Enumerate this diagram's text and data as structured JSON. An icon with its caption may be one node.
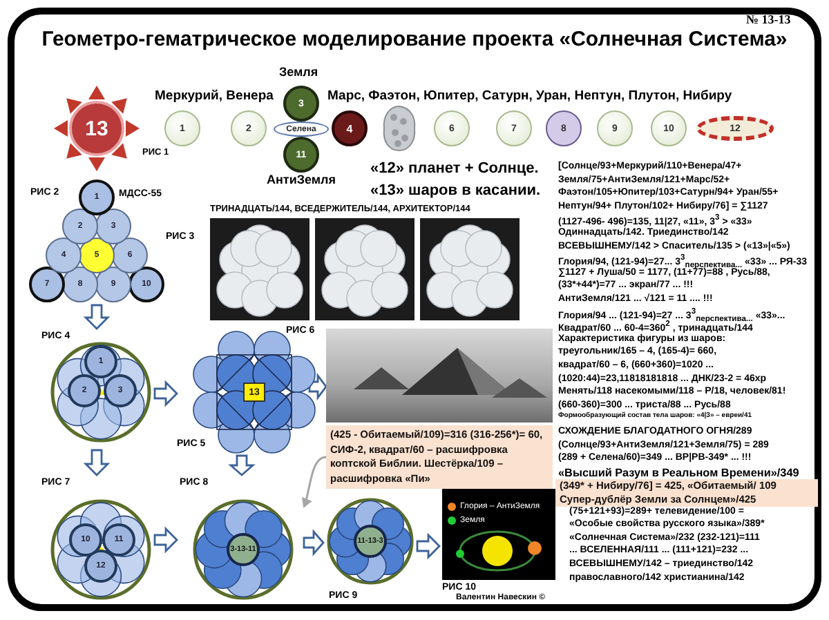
{
  "diagram": {
    "title": "Геометро-гематрическое моделирование проекта «Солнечная Система»",
    "nodes": [
      {
        "text": [
          "13"
        ]
      },
      {
        "text": [
          "1"
        ]
      },
      {
        "text": [
          "2"
        ]
      },
      {
        "text": [
          "3"
        ],
        "beside": [
          "Земля"
        ]
      },
      {
        "text": [
          "Селена"
        ]
      },
      {
        "text": [
          "11"
        ],
        "beside": [
          "АнтиЗемля"
        ]
      },
      {
        "text": [
          "4"
        ]
      },
      {
        "text": [],
        "shape": "picture"
      },
      {
        "text": [
          "6"
        ]
      },
      {
        "text": [
          "7"
        ]
      },
      {
        "text": [
          "8"
        ]
      },
      {
        "text": [
          "9"
        ]
      },
      {
        "text": [
          "10"
        ]
      },
      {
        "text": [
          "12"
        ]
      },
      {
        "text": [
          "РИС 2"
        ],
        "beside": [
          "МДСС-55"
        ]
      },
      {
        "text": [
          "1"
        ],
        "in": 14
      },
      {
        "text": [
          "2"
        ],
        "in": 14
      },
      {
        "text": [
          "3"
        ],
        "in": 14
      },
      {
        "text": [
          "4"
        ],
        "in": 14
      },
      {
        "text": [
          "5"
        ],
        "in": 14
      },
      {
        "text": [
          "6"
        ],
        "in": 14
      },
      {
        "text": [
          "7"
        ],
        "in": 14
      },
      {
        "text": [
          "8"
        ],
        "in": 14
      },
      {
        "text": [
          "9"
        ],
        "in": 14
      },
      {
        "text": [
          "10"
        ],
        "in": 14
      },
      {
        "text": [
          "РИС 4"
        ]
      },
      {
        "text": [
          "1"
        ],
        "in": 25
      },
      {
        "text": [
          "2"
        ],
        "in": 25
      },
      {
        "text": [
          "3"
        ],
        "in": 25
      },
      {
        "text": [
          "РИС 5"
        ]
      },
      {
        "text": [
          "13"
        ],
        "in": 29
      },
      {
        "text": [],
        "shape": "picture",
        "beside": [
          "РИС 6"
        ]
      },
      {
        "text": [
          "(425 - Обитаемый/109)=316 (316-256*)= 60, СИФ-2, квадрат/60 – расшифровка коптской Библии. Шестёрка/109 – расшифровка «Пи»"
        ]
      },
      {
        "text": [
          "РИС 7"
        ]
      },
      {
        "text": [
          "10"
        ],
        "in": 33
      },
      {
        "text": [
          "11"
        ],
        "in": 33
      },
      {
        "text": [
          "12"
        ],
        "in": 33
      },
      {
        "text": [
          "РИС 8"
        ]
      },
      {
        "text": [
          "3-13-11"
        ],
        "in": 37
      },
      {
        "text": [
          "РИС 9"
        ]
      },
      {
        "text": [
          "11-13-3"
        ],
        "in": 39
      },
      {
        "text": [
          "РИС 10"
        ]
      },
      {
        "text": [
          "(349* + Нибиру/76] = 425, «Обитаемый/ 109 Супер-дублёр Земли за Солнцем»/425"
        ]
      }
    ],
    "edges": [
      {
        "from": 14,
        "to": 25,
        "arrow": "to"
      },
      {
        "from": 25,
        "to": 29,
        "arrow": "to"
      },
      {
        "from": 29,
        "to": 31,
        "arrow": "to"
      },
      {
        "from": 25,
        "to": 33,
        "arrow": "to"
      },
      {
        "from": 29,
        "to": 37,
        "arrow": "to"
      },
      {
        "from": 32,
        "to": 37,
        "arrow": "to",
        "color": "#a6a6a6"
      },
      {
        "from": 33,
        "to": 37,
        "arrow": "to"
      },
      {
        "from": 37,
        "to": 39,
        "arrow": "to"
      },
      {
        "from": 39,
        "to": 41,
        "arrow": "to"
      }
    ],
    "labels": [
      "№ 13-13",
      "Меркурий, Венера",
      "Марс, Фаэтон, Юпитер, Сатурн, Уран, Нептун, Плутон, Нибиру",
      "РИС 1",
      "«12» планет + Солнце.",
      "«13» шаров в касании.",
      "РИС 3",
      "ТРИНАДЦАТЬ/144, ВСЕДЕРЖИТЕЛЬ/144, АРХИТЕКТОР/144",
      "[Солнце/93+Меркурий/110+Венера/47+",
      "Земля/75+АнтиЗемля/121+Марс/52+",
      "Фаэтон/105+Юпитер/103+Сатурн/94+ Уран/55+",
      "Нептун/94+ Плутон/102+ Нибиру/76] = ∑1127",
      "(1127-496**- 496**)=135, 11|27, «11», 3$^{3}$ > «33»",
      "Одиннадцать/142. Триединство/142",
      "ВСЕВЫШНЕМУ/142 > Спаситель/135 > («13»|«5»)",
      "Глория/94, (121-94)=27... 3$^{3}$$_{перспектива...}$ «33» ... РЯ-33",
      "∑1127 + Луша/50 = 1177, (11+77)=88 , Русь/88,",
      "(33*+44*)=77 ... экран/77 ... !!!",
      "АнтиЗемля/121 ... √121 = 11 .... !!!",
      "Глория/94 ... (121-94)=27 ... 3$^{3}$$_{перспектива...}$ «33»...",
      "Квадрат/60 ... 60-4=360$^{2}$ , тринадцать/144",
      "Характеристика фигуры из шаров:",
      "треугольник/165 – 4, (165-4)= 660,",
      "квадрат/60 – 6, (660+360)=1020 ...",
      "(1020:44)=23,11818181818 ... ДНК/23-2 = 46хр",
      "Менять/118 насекомыми/118 – Р/18, человек/81!",
      "(660-360)=300 ... триста/88 ... Русь/88",
      "Формообразующий состав тела шаров: «4|3» – евреи/41",
      "СХОЖДЕНИЕ БЛАГОДАТНОГО ОГНЯ/289",
      "(Солнце/93+АнтиЗемля/121+Земля/75) = 289",
      "(289 + Селена/60)=349 ... ВР|РВ-349* ... !!!",
      "«Высший Разум в Реальном Времени»/349",
      "(75+121+93)=289+ телевидение/100 =",
      "«Особые свойства русского языка»/389*",
      "«Солнечная Система»/232 (232-121)=111",
      "... ВСЕЛЕННАЯ/111 ... (111+121)=232 ...",
      "ВСЕВЫШНЕМУ/142 – триединство/142",
      "православного/142 христианина/142",
      "Валентин Навескин ©"
    ],
    "legend": [
      {
        "text": "Глория – АнтиЗемля",
        "color": "#f0862a"
      },
      {
        "text": "Земля",
        "color": "#22cc33"
      }
    ]
  }
}
